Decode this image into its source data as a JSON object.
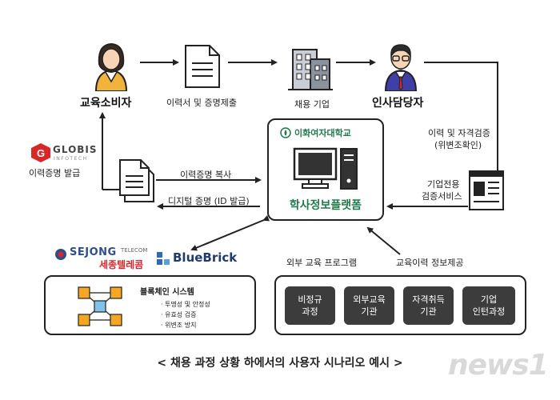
{
  "actors": {
    "consumer": "교육소비자",
    "company": "채용 기업",
    "hr": "인사담당자"
  },
  "edges": {
    "resume_submit": "이력서 및 증명제출",
    "verify_line1": "이력 및 자격검증",
    "verify_line2": "(위변조확인)",
    "copy_cert": "이력증명 복사",
    "digital_cert": "디지털 증명 (ID 발급)",
    "corp_service_line1": "기업전용",
    "corp_service_line2": "검증서비스",
    "issue_cert": "이력증명 발급",
    "ext_program": "외부 교육 프로그램",
    "edu_info": "교육이력 정보제공"
  },
  "globis": {
    "name": "GLOBIS",
    "sub": "INFOTECH"
  },
  "platform": {
    "university": "이화여자대학교",
    "name": "학사정보플랫폼"
  },
  "partners": {
    "sejong_en": "SEJONG",
    "sejong_telecom": "TELECOM",
    "sejong_ko": "세종텔레콤",
    "bluebrick": "BlueBrick"
  },
  "blockchain": {
    "title": "블록체인 시스템",
    "items": [
      "· 투명성 및 안정성",
      "· 유효성 검증",
      "· 위변조 방지"
    ]
  },
  "programs": [
    [
      "비정규",
      "과정"
    ],
    [
      "외부교육",
      "기관"
    ],
    [
      "자격취득",
      "기관"
    ],
    [
      "기업",
      "인턴과정"
    ]
  ],
  "caption": "< 채용 과정 상황 하에서의 사용자 시나리오 예시 >",
  "watermark": "news1",
  "colors": {
    "accent_green": "#1f7a4a",
    "globis_red": "#d9262b",
    "blue": "#2d6cb5",
    "dark": "#222222"
  }
}
